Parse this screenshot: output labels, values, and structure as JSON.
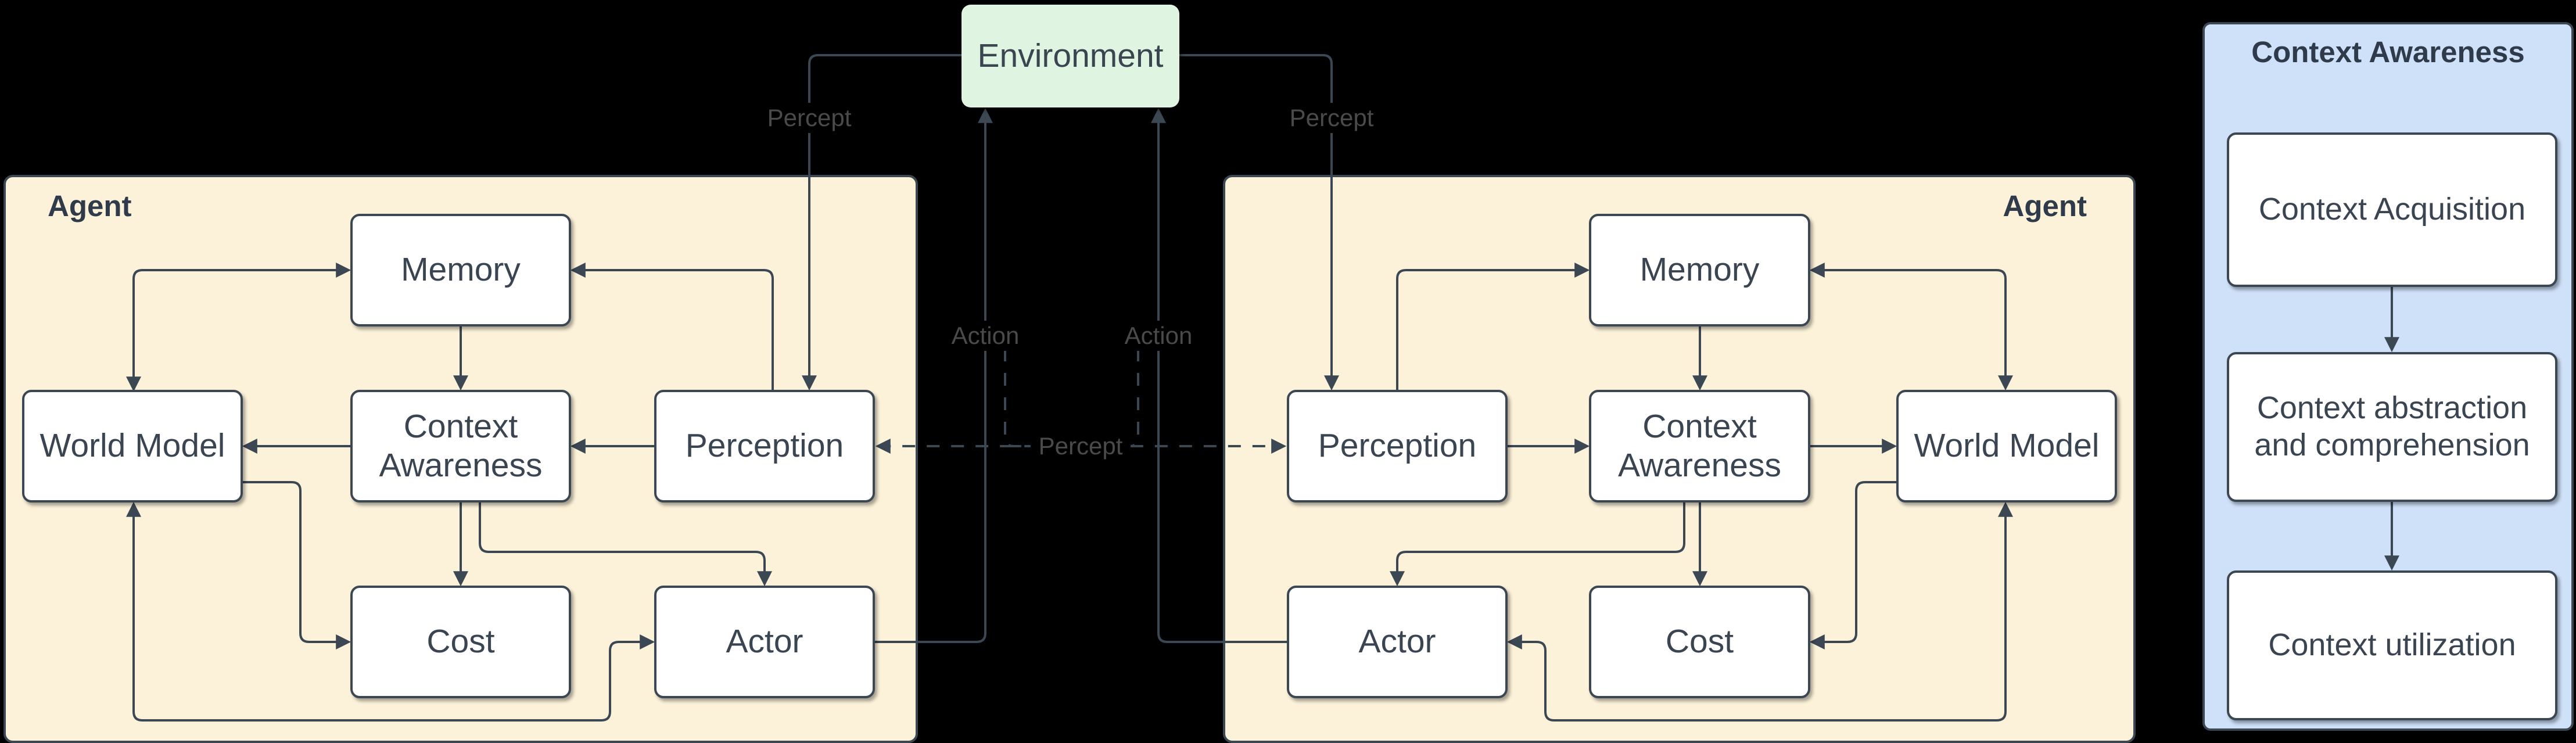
{
  "colors": {
    "background": "#000000",
    "stroke": "#3C4754",
    "agent_fill": "#FCF2D9",
    "environment_fill": "#DFF5E1",
    "panel_fill": "#CFE1F9",
    "node_fill": "#FFFFFF",
    "node_text": "#3A4551",
    "title_text": "#2F3B4A",
    "edge_label_text": "#4A4A4A"
  },
  "environment": {
    "label": "Environment"
  },
  "agent_left": {
    "title": "Agent",
    "memory": "Memory",
    "world_model": "World Model",
    "context_awareness": "Context Awareness",
    "perception": "Perception",
    "cost": "Cost",
    "actor": "Actor"
  },
  "agent_right": {
    "title": "Agent",
    "memory": "Memory",
    "world_model": "World Model",
    "context_awareness": "Context Awareness",
    "perception": "Perception",
    "cost": "Cost",
    "actor": "Actor"
  },
  "edge_labels": {
    "percept_env_left": "Percept",
    "percept_env_right": "Percept",
    "action_left": "Action",
    "action_right": "Action",
    "percept_exchange": "Percept"
  },
  "context_panel": {
    "title": "Context Awareness",
    "steps": [
      "Context Acquisition",
      "Context abstraction and comprehension",
      "Context utilization"
    ]
  }
}
